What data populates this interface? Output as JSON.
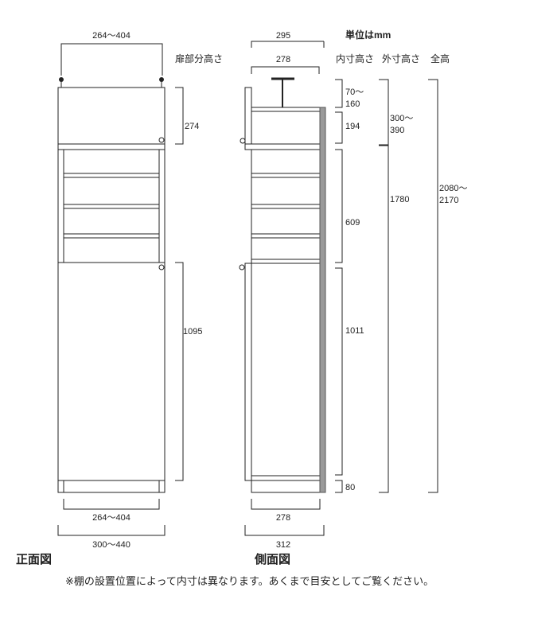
{
  "header": {
    "unit_label": "単位はmm",
    "col_door_section_height": "扉部分高さ",
    "col_inner_height": "内寸高さ",
    "col_outer_height": "外寸高さ",
    "col_total_height": "全高"
  },
  "front_view": {
    "title": "正面図",
    "top_width": "264～404",
    "door_upper_height": "274",
    "door_lower_height": "1095",
    "inner_width": "264～404",
    "outer_width": "300～440"
  },
  "side_view": {
    "title": "側面図",
    "top_depth": "295",
    "top_inner_depth": "278",
    "inner_depth": "278",
    "outer_depth": "312"
  },
  "inner_heights": {
    "top_gap": "70～160",
    "top_gap_line1": "70～",
    "top_gap_line2": "160",
    "upper_compartment": "194",
    "middle_section": "609",
    "lower_section": "1011",
    "base": "80"
  },
  "outer_heights": {
    "upper_unit": "300～390",
    "upper_unit_line1": "300～",
    "upper_unit_line2": "390",
    "main_unit": "1780"
  },
  "total_height": {
    "value": "2080～2170",
    "line1": "2080～",
    "line2": "2170"
  },
  "footnote": "※棚の設置位置によって内寸は異なります。あくまで目安としてご覧ください。"
}
